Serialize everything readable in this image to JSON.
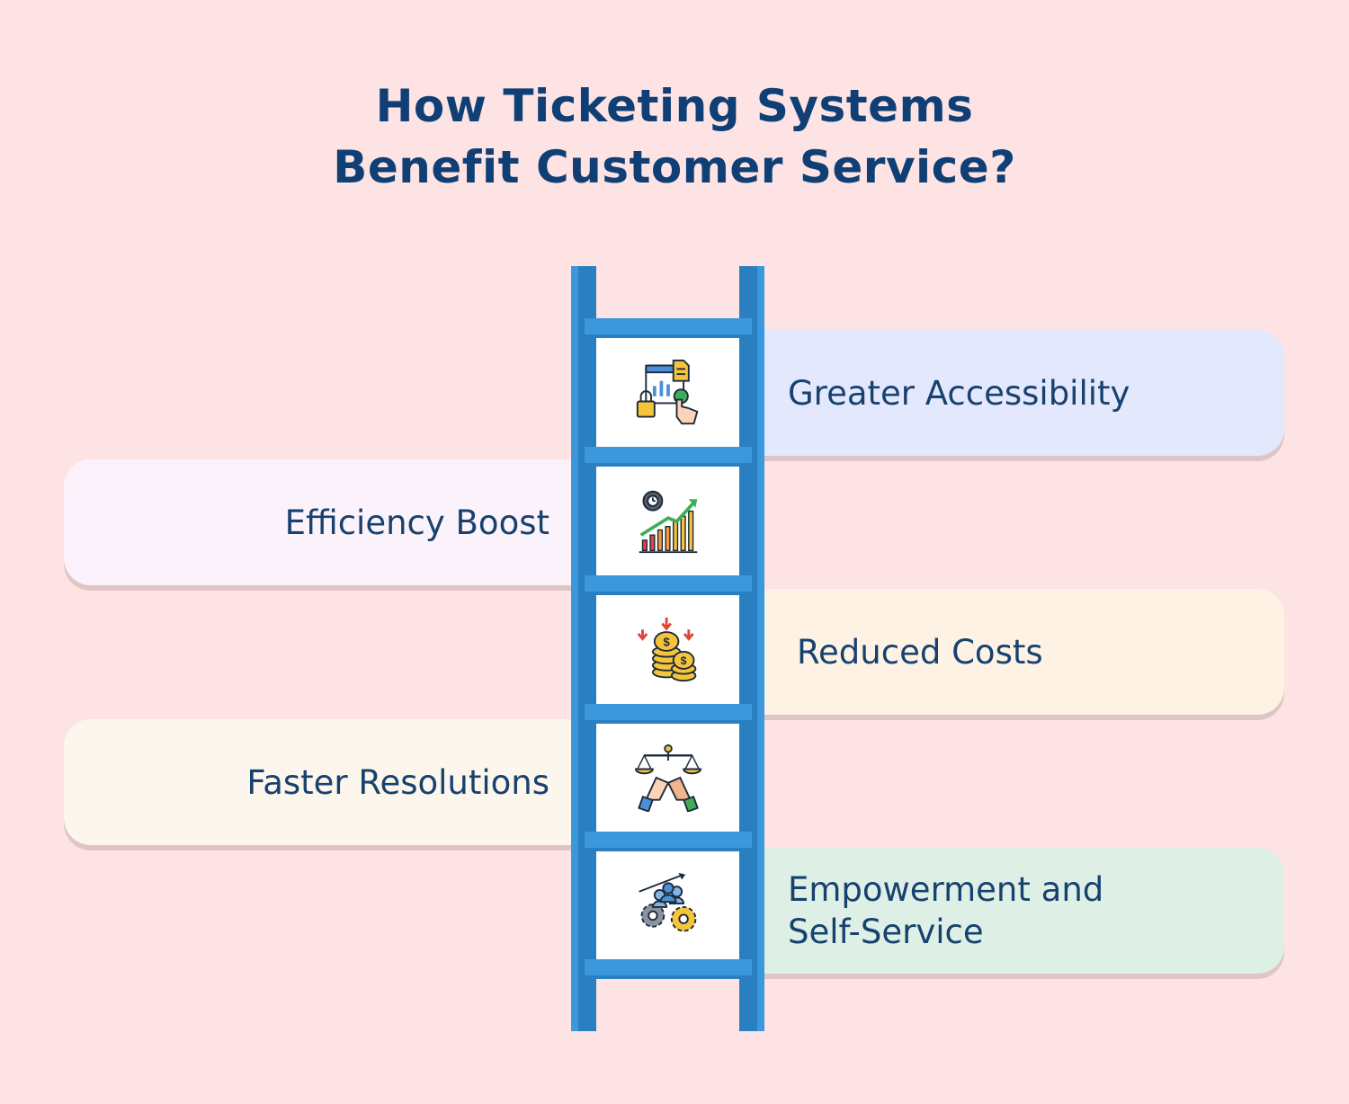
{
  "title": {
    "line1": "How Ticketing Systems",
    "line2": "Benefit Customer Service?"
  },
  "steps": [
    {
      "label": "Greater Accessibility",
      "icon": "accessibility-icon",
      "side": "right",
      "color": "#e3e8fd"
    },
    {
      "label": "Efficiency Boost",
      "icon": "growth-chart-icon",
      "side": "left",
      "color": "#fcf2fb"
    },
    {
      "label": "Reduced Costs",
      "icon": "coins-icon",
      "side": "right",
      "color": "#fdf2e3"
    },
    {
      "label": "Faster Resolutions",
      "icon": "handshake-icon",
      "side": "left",
      "color": "#fcf6ec"
    },
    {
      "label": "Empowerment and Self-Service",
      "label_line1": "Empowerment and",
      "label_line2": "Self-Service",
      "icon": "team-gears-icon",
      "side": "right",
      "color": "#def0e6"
    }
  ],
  "colors": {
    "background": "#fde3e3",
    "title": "#0f3f75",
    "ladder": "#3b98dd"
  }
}
